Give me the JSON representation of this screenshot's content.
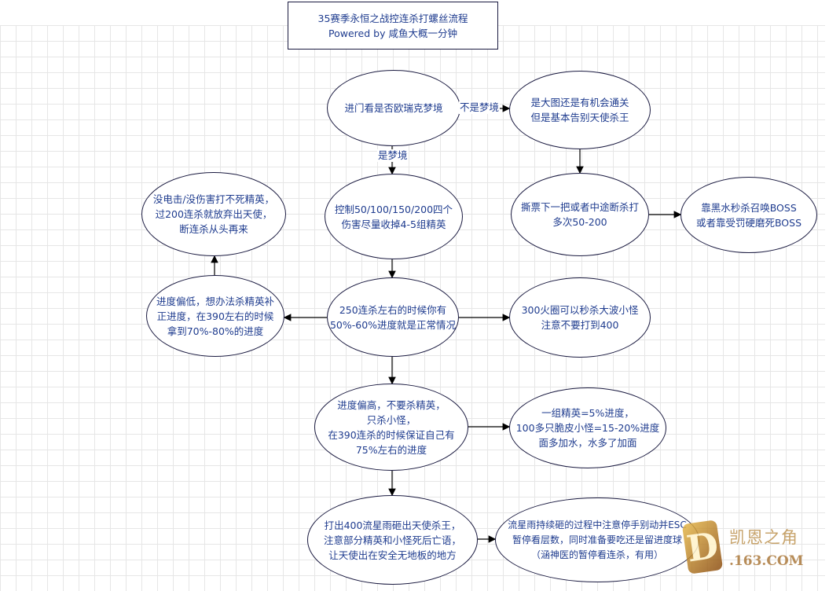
{
  "title": "35赛季永恒之战控连杀打螺丝流程\nPowered by 咸鱼大概一分钟",
  "nodes": {
    "start": "进门看是否欧瑞克梦境",
    "not_dream_result": "是大图还是有机会通关\n但是基本告别天使杀王",
    "control_kills": "控制50/100/150/200四个\n伤害尽量收掉4-5组精英",
    "break_combo": "撕票下一把或者中途断杀打\n多次50-200",
    "boss_kill": "靠黑水秒杀召唤BOSS\n或者靠受罚硬磨死BOSS",
    "no_damage": "没电击/没伤害打不死精英，\n过200连杀就放弃出天使，\n断连杀从头再来",
    "progress_low": "进度偏低，想办法杀精英补\n正进度，在390左右的时候\n拿到70%-80%的进度",
    "check_250": "250连杀左右的时候你有\n50%-60%进度就是正常情况",
    "fire_ring": "300火圈可以秒杀大波小怪\n注意不要打到400",
    "progress_high": "进度偏高，不要杀精英，\n只杀小怪，\n在390连杀的时候保证自己有\n75%左右的进度",
    "elite_info": "一组精英=5%进度，\n100多只脆皮小怪=15-20%进度\n面多加水，水多了加面",
    "meteor_400": "打出400流星雨砸出天使杀王，\n注意部分精英和小怪死后亡语，\n让天使出在安全无地板的地方",
    "meteor_tip": "流星雨持续砸的过程中注意停手别动并ESC\n暂停看层数，同时准备要吃还是留进度球\n（涵神医的暂停看连杀，有用）"
  },
  "edge_labels": {
    "not_dream": "不是梦境",
    "is_dream": "是梦境"
  },
  "watermark": {
    "logo_letter": "D",
    "name": "凯恩之角",
    "site": ".163.COM"
  }
}
